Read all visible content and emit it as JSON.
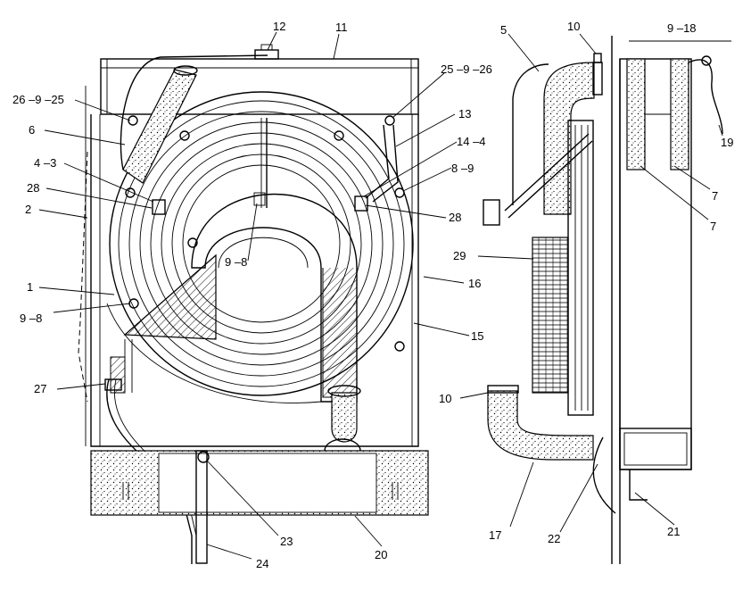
{
  "diagram": {
    "left_view_labels": {
      "l26_9_25": "26 –9 –25",
      "l6": "6",
      "l4_3": "4 –3",
      "l28_left": "28",
      "l2": "2",
      "l1": "1",
      "l9_8_left": "9  –8",
      "l27": "27",
      "l12": "12",
      "l11": "11",
      "l25_9_26": "25 –9 –26",
      "l13": "13",
      "l14_4": "14 –4",
      "l8_9": "8 –9",
      "l28_right": "28",
      "l9_8_center": "9 –8",
      "l16": "16",
      "l15": "15",
      "l23": "23",
      "l24": "24",
      "l20": "20"
    },
    "side_view_labels": {
      "l5": "5",
      "l10_top": "10",
      "l9_18": "9  –18",
      "l19": "19",
      "l7_a": "7",
      "l7_b": "7",
      "l29": "29",
      "l10_bottom": "10",
      "l17": "17",
      "l22": "22",
      "l21": "21"
    }
  }
}
